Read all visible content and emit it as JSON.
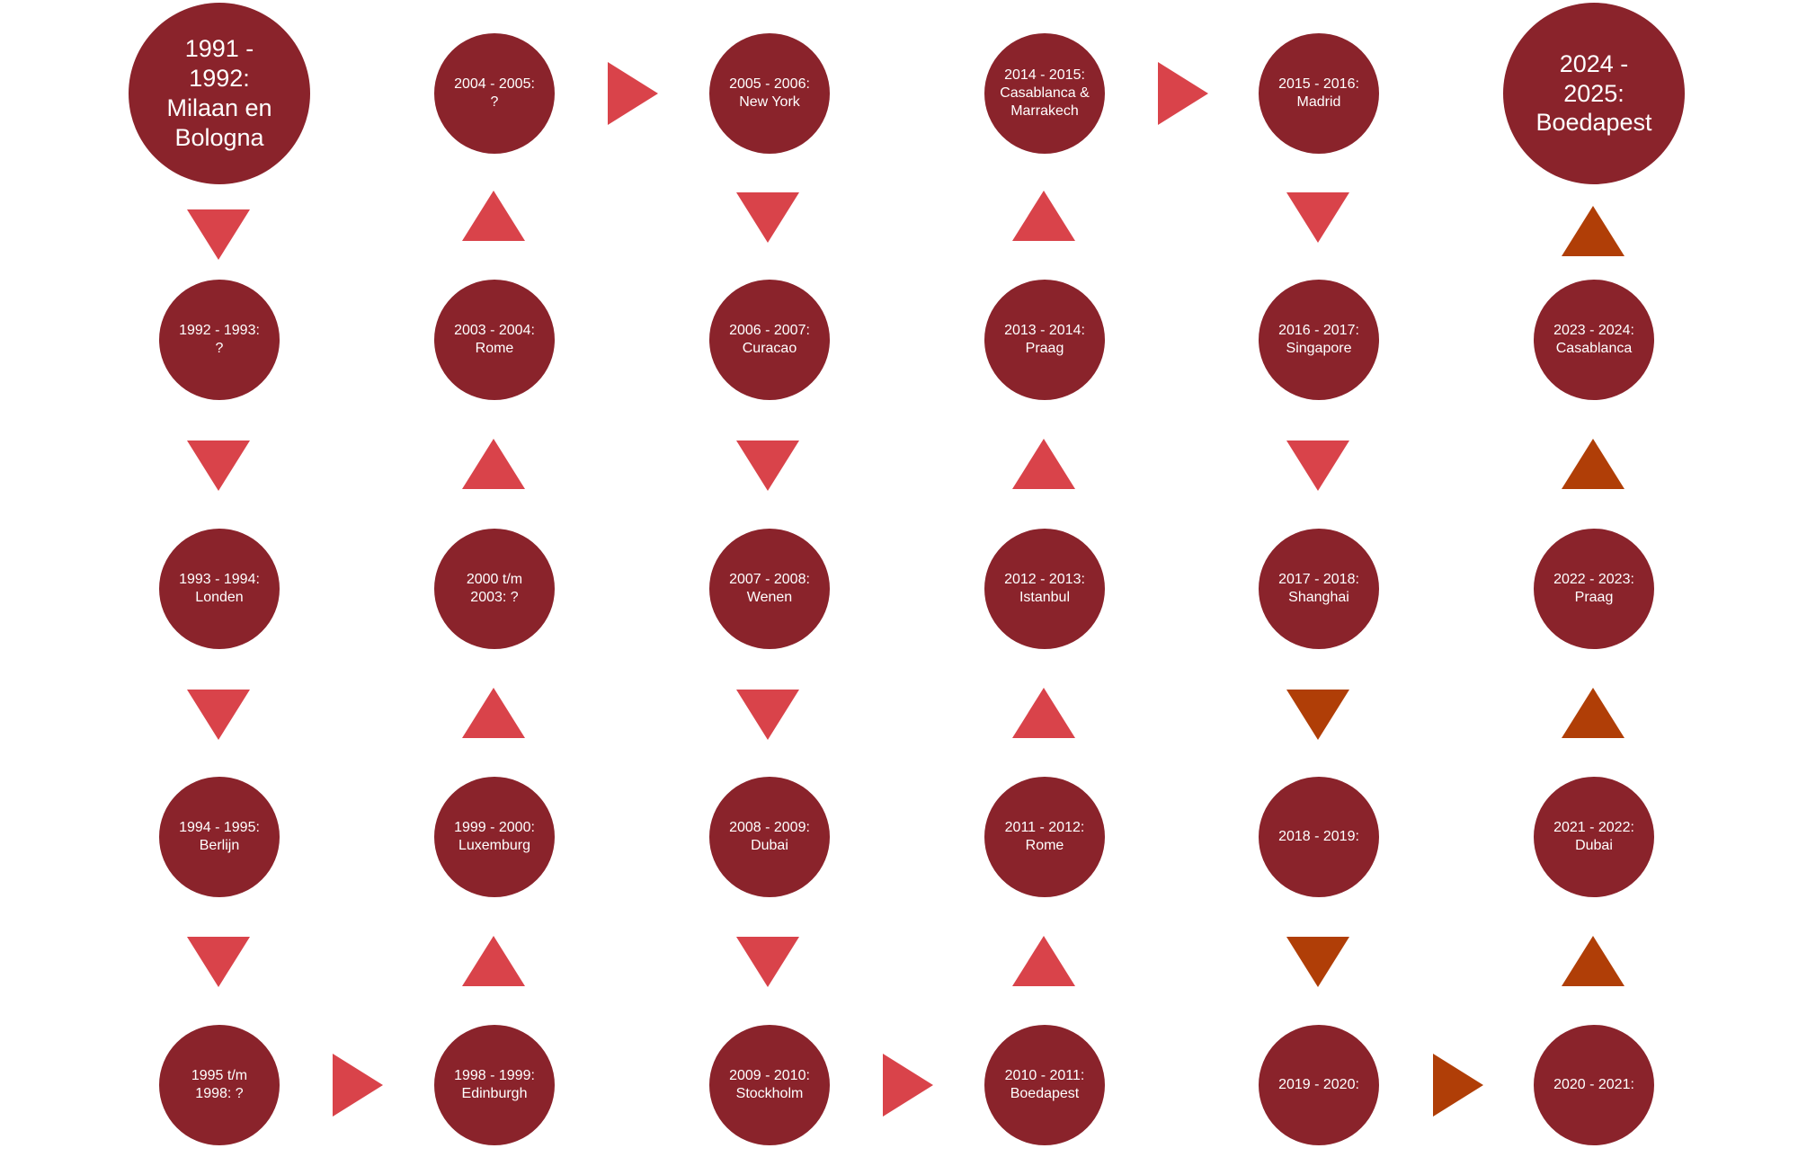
{
  "colors": {
    "node_fill": "#8a232b",
    "node_text": "#ffffff",
    "arrow_red": "#d9434a",
    "arrow_orange": "#b03e07"
  },
  "nodes": [
    {
      "id": "n1991",
      "label": "1991 -\n1992:\nMilaan en\nBologna"
    },
    {
      "id": "n1992",
      "label": "1992 - 1993:\n?"
    },
    {
      "id": "n1993",
      "label": "1993 - 1994:\nLonden"
    },
    {
      "id": "n1994",
      "label": "1994 - 1995:\nBerlijn"
    },
    {
      "id": "n1995",
      "label": "1995 t/m\n1998: ?"
    },
    {
      "id": "n1998",
      "label": "1998 - 1999:\nEdinburgh"
    },
    {
      "id": "n1999",
      "label": "1999 - 2000:\nLuxemburg"
    },
    {
      "id": "n2000",
      "label": "2000 t/m\n2003: ?"
    },
    {
      "id": "n2003",
      "label": "2003 - 2004:\nRome"
    },
    {
      "id": "n2004",
      "label": "2004 - 2005:\n?"
    },
    {
      "id": "n2005",
      "label": "2005 - 2006:\nNew York"
    },
    {
      "id": "n2006",
      "label": "2006 - 2007:\nCuracao"
    },
    {
      "id": "n2007",
      "label": "2007 - 2008:\nWenen"
    },
    {
      "id": "n2008",
      "label": "2008 - 2009:\nDubai"
    },
    {
      "id": "n2009",
      "label": "2009 - 2010:\nStockholm"
    },
    {
      "id": "n2010",
      "label": "2010 - 2011:\nBoedapest"
    },
    {
      "id": "n2011",
      "label": "2011 - 2012:\nRome"
    },
    {
      "id": "n2012",
      "label": "2012 - 2013:\nIstanbul"
    },
    {
      "id": "n2013",
      "label": "2013 - 2014:\nPraag"
    },
    {
      "id": "n2014",
      "label": "2014 - 2015:\nCasablanca &\nMarrakech"
    },
    {
      "id": "n2015",
      "label": "2015 - 2016:\nMadrid"
    },
    {
      "id": "n2016",
      "label": "2016 - 2017:\nSingapore"
    },
    {
      "id": "n2017",
      "label": "2017 - 2018:\nShanghai"
    },
    {
      "id": "n2018",
      "label": "2018 - 2019:"
    },
    {
      "id": "n2019",
      "label": "2019 - 2020:"
    },
    {
      "id": "n2020",
      "label": "2020 - 2021:"
    },
    {
      "id": "n2021",
      "label": "2021 - 2022:\nDubai"
    },
    {
      "id": "n2022",
      "label": "2022 - 2023:\nPraag"
    },
    {
      "id": "n2023",
      "label": "2023 - 2024:\nCasablanca"
    },
    {
      "id": "n2024",
      "label": "2024 -\n2025:\nBoedapest"
    }
  ]
}
